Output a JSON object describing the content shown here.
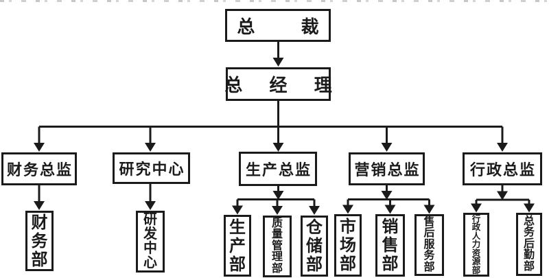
{
  "diagram": {
    "type": "org-chart",
    "ink_color": "#1b1b1b",
    "background_color": "#ffffff",
    "nodes": {
      "president": {
        "label": "总 裁",
        "level": 1
      },
      "general_manager": {
        "label": "总 经 理",
        "level": 2
      },
      "finance_director": {
        "label": "财务总监",
        "level": 3
      },
      "research_center": {
        "label": "研究中心",
        "level": 3
      },
      "production_director": {
        "label": "生产总监",
        "level": 3
      },
      "marketing_director": {
        "label": "营销总监",
        "level": 3
      },
      "admin_director": {
        "label": "行政总监",
        "level": 3
      },
      "finance_dept": {
        "label": "财务部",
        "level": 4,
        "orientation": "vertical"
      },
      "rd_center": {
        "label": "研发中心",
        "level": 4,
        "orientation": "vertical"
      },
      "production_dept": {
        "label": "生产部",
        "level": 4,
        "orientation": "vertical"
      },
      "quality_mgmt_dept": {
        "label": "质量管理部",
        "level": 4,
        "orientation": "vertical"
      },
      "warehouse_dept": {
        "label": "仓储部",
        "level": 4,
        "orientation": "vertical"
      },
      "market_dept": {
        "label": "市场部",
        "level": 4,
        "orientation": "vertical"
      },
      "sales_dept": {
        "label": "销售部",
        "level": 4,
        "orientation": "vertical"
      },
      "after_sales_dept": {
        "label": "售后服务部",
        "level": 4,
        "orientation": "vertical"
      },
      "admin_hr_dept": {
        "label": "行政人力资源部",
        "level": 4,
        "orientation": "vertical"
      },
      "general_affairs_dept": {
        "label": "总务后勤部",
        "level": 4,
        "orientation": "vertical"
      }
    },
    "edges": [
      {
        "from": "president",
        "to": "general_manager"
      },
      {
        "from": "general_manager",
        "to": "finance_director"
      },
      {
        "from": "general_manager",
        "to": "research_center"
      },
      {
        "from": "general_manager",
        "to": "production_director"
      },
      {
        "from": "general_manager",
        "to": "marketing_director"
      },
      {
        "from": "general_manager",
        "to": "admin_director"
      },
      {
        "from": "finance_director",
        "to": "finance_dept"
      },
      {
        "from": "research_center",
        "to": "rd_center"
      },
      {
        "from": "production_director",
        "to": "production_dept"
      },
      {
        "from": "production_director",
        "to": "quality_mgmt_dept"
      },
      {
        "from": "production_director",
        "to": "warehouse_dept"
      },
      {
        "from": "marketing_director",
        "to": "market_dept"
      },
      {
        "from": "marketing_director",
        "to": "sales_dept"
      },
      {
        "from": "marketing_director",
        "to": "after_sales_dept"
      },
      {
        "from": "admin_director",
        "to": "admin_hr_dept"
      },
      {
        "from": "admin_director",
        "to": "general_affairs_dept"
      }
    ]
  }
}
